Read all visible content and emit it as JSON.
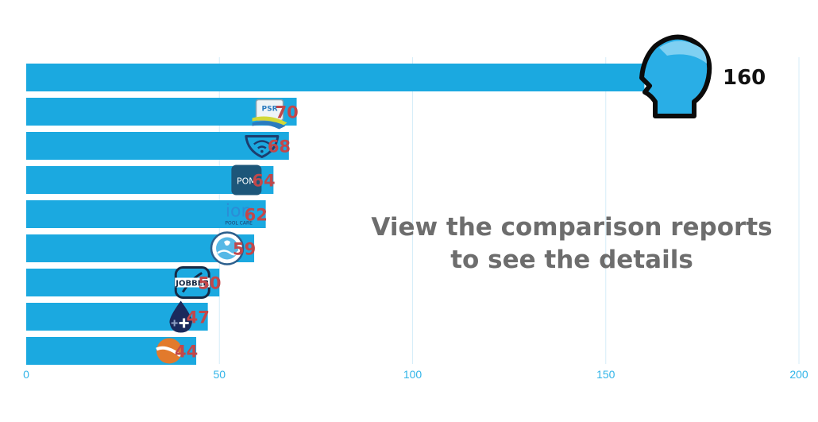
{
  "colors": {
    "bar": "#1ba9e0",
    "grid": "#d6eef9",
    "tick": "#31b4e8",
    "value_highlight": "#111111",
    "value": "#c2474a",
    "cta": "#6d6d6d"
  },
  "cta": {
    "line1": "View the comparison reports",
    "line2": "to see the details"
  },
  "chart_data": {
    "type": "bar",
    "orientation": "horizontal",
    "categories": [
      "",
      "",
      "",
      "",
      "",
      "",
      "",
      "",
      ""
    ],
    "values": [
      160,
      70,
      68,
      64,
      62,
      59,
      50,
      47,
      44
    ],
    "value_labels": [
      "160",
      "70",
      "68",
      "64",
      "62",
      "59",
      "50",
      "47",
      "44"
    ],
    "logo_icons": [
      "head-profile-icon",
      "psr-logo-icon",
      "wifi-pool-icon",
      "pom-logo-icon",
      "ion-pool-care-logo-icon",
      "water-circle-logo-icon",
      "jobber-logo-icon",
      "water-drop-plus-icon",
      "orange-circle-logo-icon"
    ],
    "logo_texts": [
      "",
      "PSR",
      "",
      "POM",
      "ION POOL CARE",
      "",
      "JOBBER",
      "",
      ""
    ],
    "xlim": [
      0,
      200
    ],
    "xticks": [
      0,
      50,
      100,
      150,
      200
    ],
    "xtick_labels": [
      "0",
      "50",
      "100",
      "150",
      "200"
    ],
    "grid": true,
    "title": "",
    "xlabel": "",
    "ylabel": ""
  }
}
